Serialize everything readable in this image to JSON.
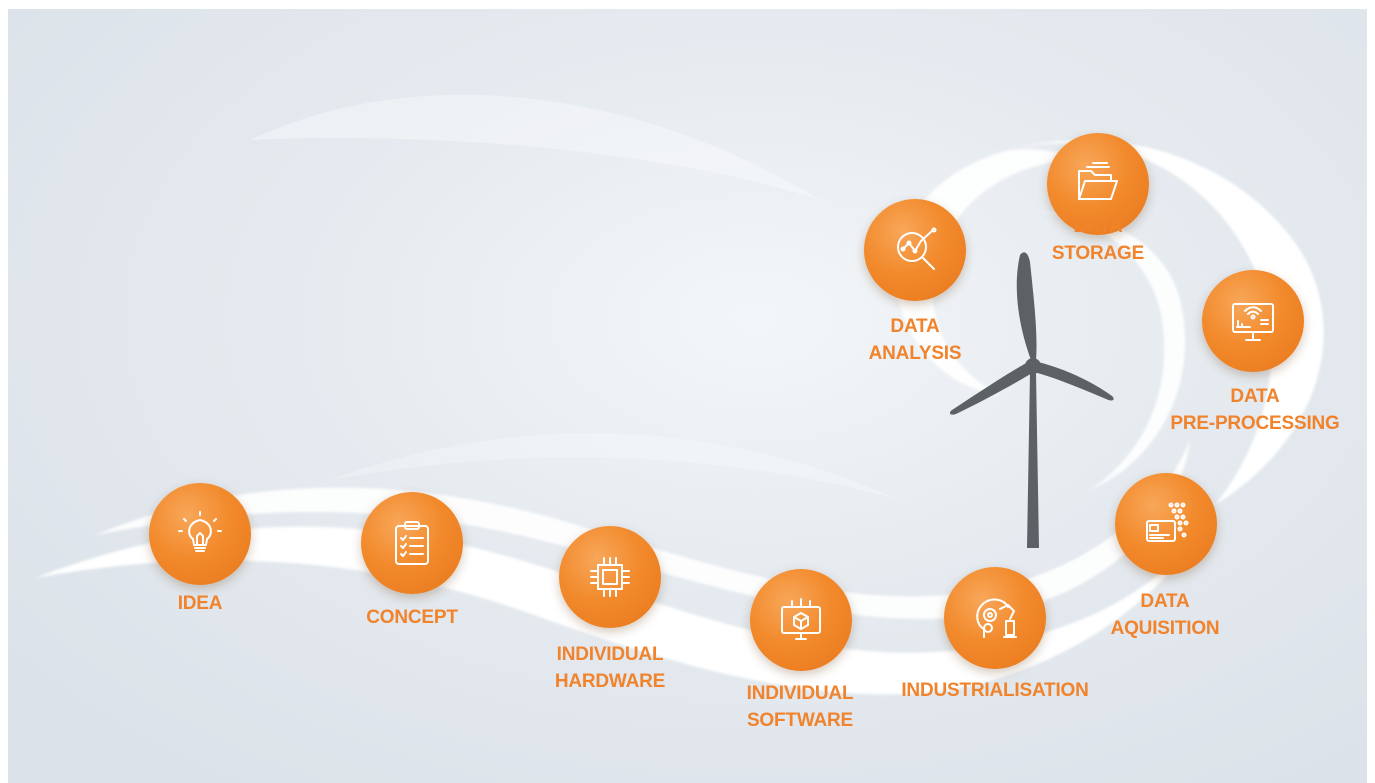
{
  "colors": {
    "accent": "#f28a2c",
    "label": "#f0832b",
    "turbine": "#5c6166",
    "swirl": "#ffffff",
    "background": "#e3e9ee"
  },
  "steps": [
    {
      "icon": "lightbulb-icon",
      "lines": [
        "IDEA"
      ]
    },
    {
      "icon": "clipboard-checklist-icon",
      "lines": [
        "CONCEPT"
      ]
    },
    {
      "icon": "microchip-icon",
      "lines": [
        "INDIVIDUAL",
        "HARDWARE"
      ]
    },
    {
      "icon": "monitor-cube-icon",
      "lines": [
        "INDIVIDUAL",
        "SOFTWARE"
      ]
    },
    {
      "icon": "head-gear-robot-arm-icon",
      "lines": [
        "INDUSTRIALISATION"
      ]
    },
    {
      "icon": "data-card-dots-icon",
      "lines": [
        "DATA",
        "AQUISITION"
      ]
    },
    {
      "icon": "monitor-wifi-chart-icon",
      "lines": [
        "DATA",
        "PRE-PROCESSING"
      ]
    },
    {
      "icon": "open-folder-icon",
      "lines": [
        "DATA",
        "STORAGE"
      ]
    },
    {
      "icon": "magnifier-graph-icon",
      "lines": [
        "DATA",
        "ANALYSIS"
      ]
    }
  ]
}
